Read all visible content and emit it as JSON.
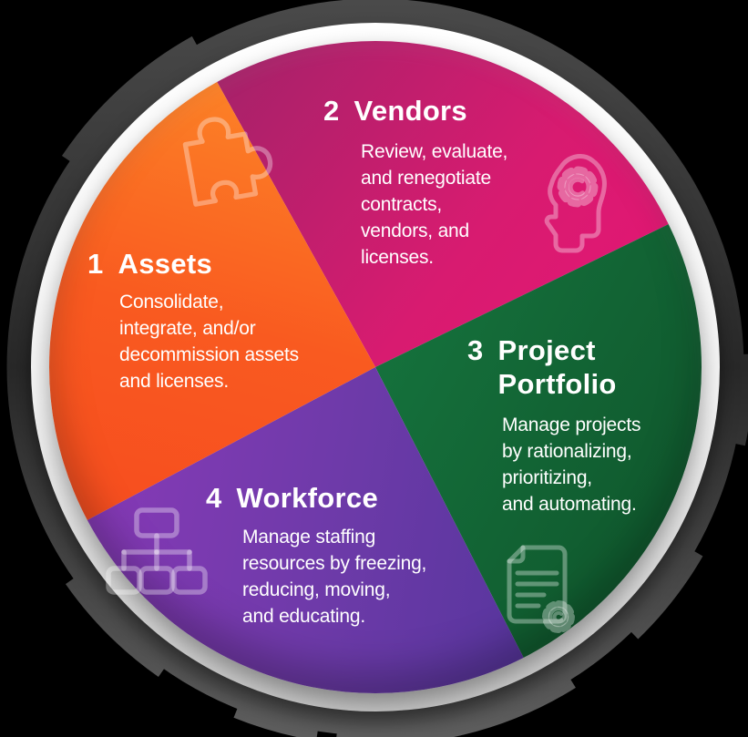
{
  "background_color": "#000000",
  "text_color": "#FFFFFF",
  "ring": {
    "outer_top": "#4A4A4A",
    "outer_mid": "#282828",
    "outer_bottom": "#5E5E5E",
    "inner_ring": "#F2F2F2"
  },
  "slices": [
    {
      "id": "assets",
      "number": "1",
      "title": "Assets",
      "description": "Consolidate,\nintegrate, and/or\ndecommission assets\nand licenses.",
      "icon": "puzzle-piece-icon",
      "color_from": "#FE9D2B",
      "color_mid": "#F95A20",
      "color_to": "#F4431E"
    },
    {
      "id": "vendors",
      "number": "2",
      "title": "Vendors",
      "description": "Review, evaluate,\nand renegotiate\ncontracts,\nvendors, and\nlicenses.",
      "icon": "head-gear-icon",
      "color_from": "#8E2566",
      "color_mid": "#D81B70",
      "color_to": "#F21178"
    },
    {
      "id": "project-portfolio",
      "number": "3",
      "title": "Project\nPortfolio",
      "description": "Manage projects\nby rationalizing,\nprioritizing,\nand automating.",
      "icon": "document-gear-icon",
      "color_from": "#219450",
      "color_mid": "#15713C",
      "color_to": "#0E5129"
    },
    {
      "id": "workforce",
      "number": "4",
      "title": "Workforce",
      "description": "Manage staffing\nresources by freezing,\nreducing, moving,\nand educating.",
      "icon": "org-chart-icon",
      "color_from": "#9239BD",
      "color_mid": "#6C3AA8",
      "color_to": "#463295"
    }
  ]
}
